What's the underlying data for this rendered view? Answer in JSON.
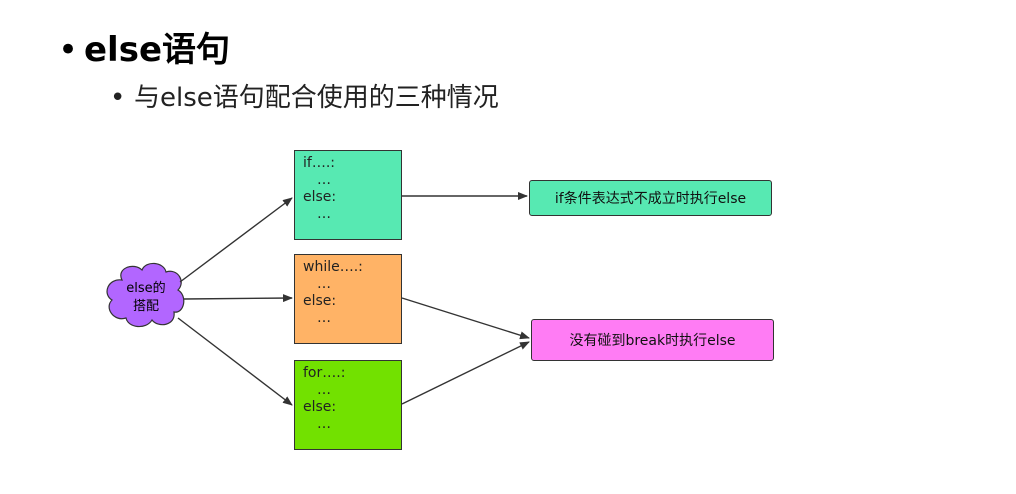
{
  "heading": {
    "bullet": "•",
    "title": "else语句"
  },
  "subheading": {
    "bullet": "•",
    "text": "与else语句配合使用的三种情况"
  },
  "diagram": {
    "center": {
      "line1": "else的",
      "line2": "搭配",
      "color": "#b266ff"
    },
    "boxes": [
      {
        "id": "if",
        "lines": [
          "if….:",
          "…",
          "else:",
          "…"
        ],
        "color": "#57e9b2"
      },
      {
        "id": "while",
        "lines": [
          "while….:",
          "…",
          "else:",
          "…"
        ],
        "color": "#ffb366"
      },
      {
        "id": "for",
        "lines": [
          "for….:",
          "…",
          "else:",
          "…"
        ],
        "color": "#72e100"
      }
    ],
    "results": [
      {
        "id": "if",
        "text": "if条件表达式不成立时执行else",
        "color": "#57e9b2"
      },
      {
        "id": "break",
        "text": "没有碰到break时执行else",
        "color": "#ff7cf4"
      }
    ]
  }
}
